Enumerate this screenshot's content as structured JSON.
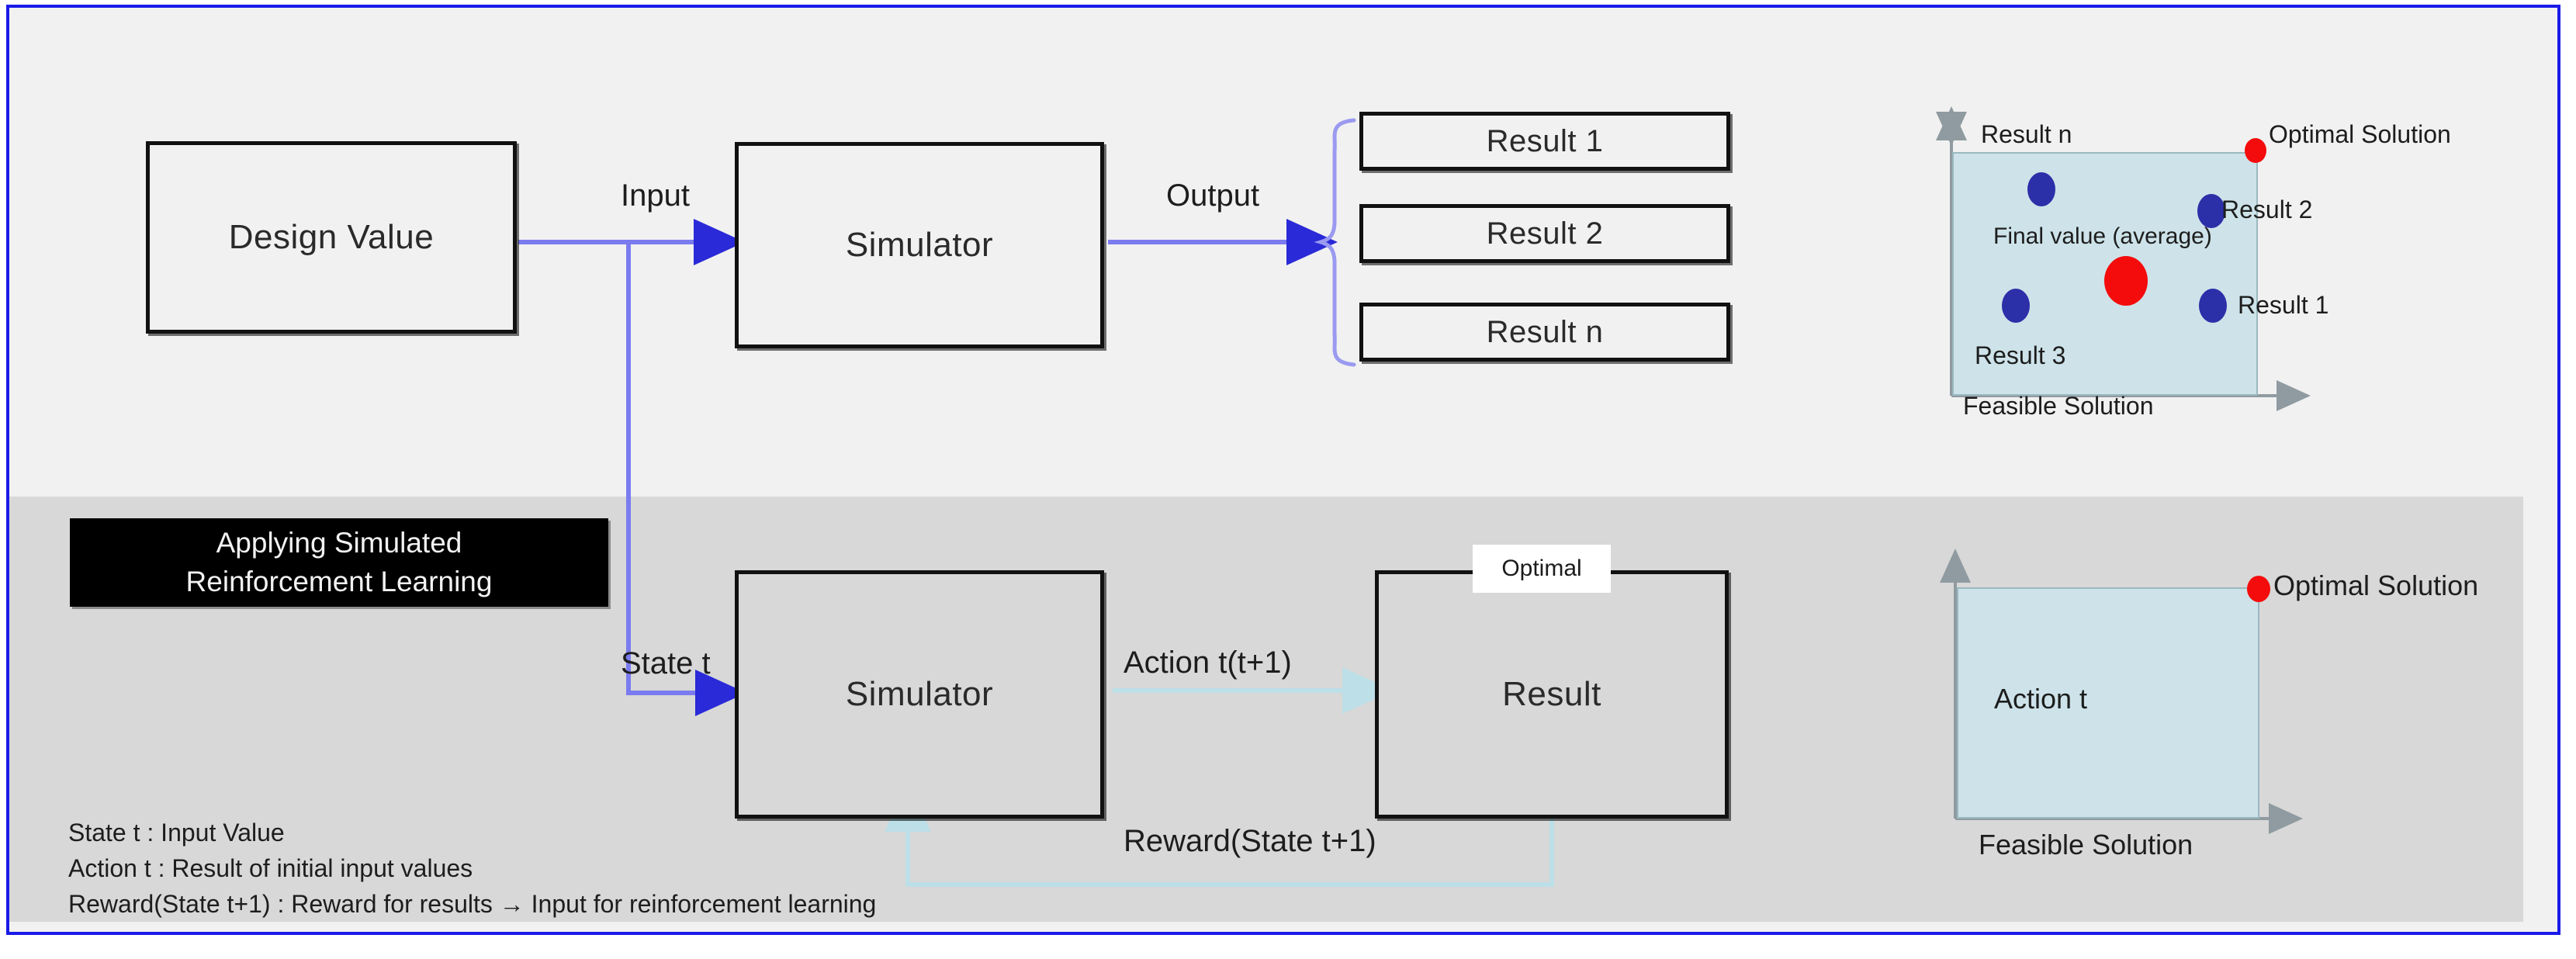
{
  "figure": {
    "border_color": "#1a1ae8",
    "top_band_color": "#f1f1f1",
    "bottom_band_color": "#d8d8d8",
    "arrow_color": "#7b7bf0",
    "feedback_arrow_color": "#bcdfe8",
    "plot_fill_color": "#cde3e9",
    "optimal_dot_color": "#f40c0c",
    "result_dot_color": "#2b2fa8"
  },
  "top_flow": {
    "design_value_box": "Design  Value",
    "input_label": "Input",
    "simulator_box": "Simulator",
    "output_label": "Output",
    "results": [
      {
        "label": "Result 1"
      },
      {
        "label": "Result 2"
      },
      {
        "label": "Result n"
      }
    ]
  },
  "top_plot": {
    "axis_y_label": "",
    "axis_x_label": "Feasible Solution",
    "optimal_label": "Optimal Solution",
    "average_label": "Final value (average)",
    "point_labels": {
      "result_n": "Result n",
      "result_2": "Result 2",
      "result_1": "Result 1",
      "result_3": "Result 3"
    }
  },
  "bottom_flow": {
    "title_line1": "Applying Simulated",
    "title_line2": "Reinforcement Learning",
    "state_label": "State t",
    "simulator_box": "Simulator",
    "action_label": "Action t(t+1)",
    "optimal_tag": "Optimal",
    "result_box": "Result",
    "reward_label": "Reward(State t+1)"
  },
  "bottom_plot": {
    "action_label": "Action t",
    "optimal_label": "Optimal Solution",
    "axis_x_label": "Feasible Solution"
  },
  "legend": {
    "lines": [
      "State t : Input Value",
      "Action t : Result of initial input values",
      "Reward(State t+1) : Reward for results → Input for reinforcement learning"
    ]
  },
  "chart_data": [
    {
      "type": "scatter",
      "title": "Feasible Solution (multi-run results)",
      "xlabel": "Feasible Solution",
      "ylabel": "",
      "xlim": [
        0,
        1
      ],
      "ylim": [
        0,
        1
      ],
      "grid": false,
      "series": [
        {
          "name": "Results",
          "color": "#2b2fa8",
          "points": [
            {
              "label": "Result n",
              "x": 0.26,
              "y": 0.78
            },
            {
              "label": "Result 2",
              "x": 0.73,
              "y": 0.62
            },
            {
              "label": "Result 1",
              "x": 0.73,
              "y": 0.26
            },
            {
              "label": "Result 3",
              "x": 0.17,
              "y": 0.26
            }
          ]
        },
        {
          "name": "Final value (average)",
          "color": "#f40c0c",
          "points": [
            {
              "label": "Final value (average)",
              "x": 0.45,
              "y": 0.43
            }
          ]
        },
        {
          "name": "Optimal Solution",
          "color": "#f40c0c",
          "points": [
            {
              "label": "Optimal Solution",
              "x": 1.0,
              "y": 1.0
            }
          ]
        }
      ]
    },
    {
      "type": "scatter",
      "title": "Reinforcement learning convergence",
      "xlabel": "Feasible Solution",
      "ylabel": "",
      "xlim": [
        0,
        1
      ],
      "ylim": [
        0,
        1
      ],
      "grid": false,
      "series": [
        {
          "name": "Action t",
          "color": "#bcdfe8",
          "points": []
        },
        {
          "name": "Optimal Solution",
          "color": "#f40c0c",
          "points": [
            {
              "label": "Optimal Solution",
              "x": 1.0,
              "y": 1.0
            }
          ]
        }
      ]
    }
  ]
}
